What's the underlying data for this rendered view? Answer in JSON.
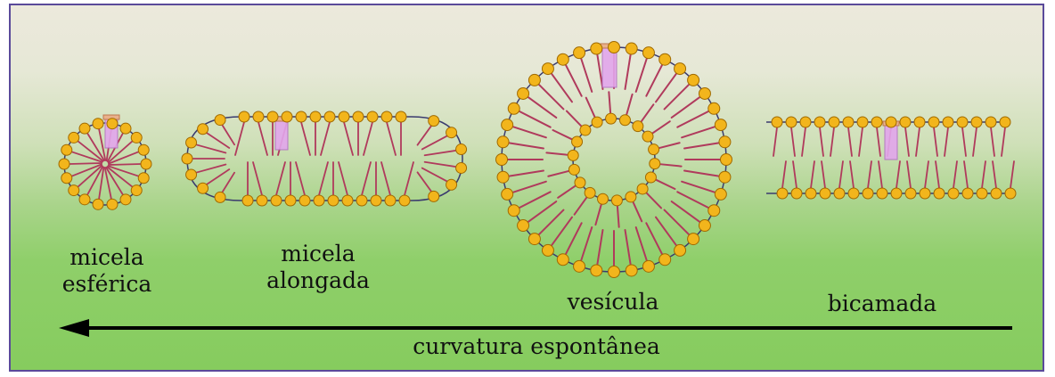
{
  "structures": [
    {
      "id": "micela-esferica",
      "line1": "micela",
      "line2": "esférica"
    },
    {
      "id": "micela-alongada",
      "line1": "micela",
      "line2": "alongada"
    },
    {
      "id": "vesicula",
      "line1": "vesícula"
    },
    {
      "id": "bicamada",
      "line1": "bicamada"
    }
  ],
  "axis": {
    "label": "curvatura espontânea",
    "direction": "right-to-left"
  },
  "colors": {
    "head": "#f2b51c",
    "head_stroke": "#a06a00",
    "tail": "#b03a5c",
    "membrane": "#3a3a6e",
    "highlight": "#e2a6ec",
    "arrow": "#000000",
    "frame": "#5a4a9a"
  }
}
